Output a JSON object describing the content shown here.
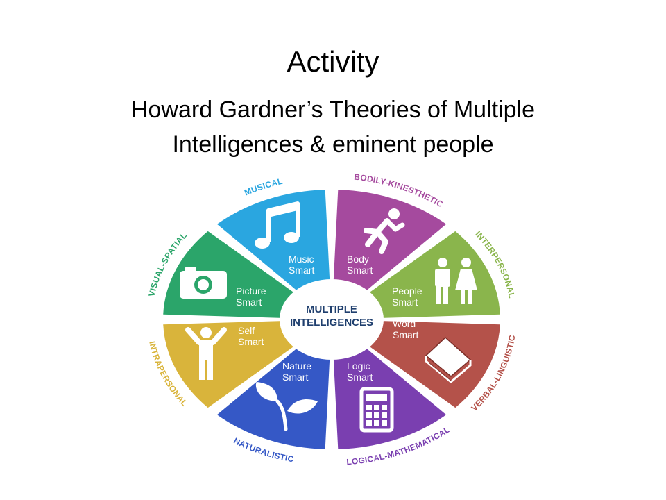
{
  "slide": {
    "title": "Activity",
    "subtitle_line1": "Howard Gardner’s Theories of Multiple",
    "subtitle_line2": "Intelligences & eminent people"
  },
  "diagram": {
    "center_line1": "MULTIPLE",
    "center_line2": "INTELLIGENCES",
    "segments": [
      {
        "key": "body",
        "smart_line1": "Body",
        "smart_line2": "Smart",
        "ring": "BODILY-KINESTHETIC",
        "color": "#a54a9e",
        "icon": "running-person-icon"
      },
      {
        "key": "people",
        "smart_line1": "People",
        "smart_line2": "Smart",
        "ring": "INTERPERSONAL",
        "color": "#8ab54c",
        "icon": "man-woman-icon"
      },
      {
        "key": "word",
        "smart_line1": "Word",
        "smart_line2": "Smart",
        "ring": "VERBAL-LINGUISTIC",
        "color": "#b4524a",
        "icon": "book-icon"
      },
      {
        "key": "logic",
        "smart_line1": "Logic",
        "smart_line2": "Smart",
        "ring": "LOGICAL-MATHEMATICAL",
        "color": "#7a3fb0",
        "icon": "calculator-icon"
      },
      {
        "key": "nature",
        "smart_line1": "Nature",
        "smart_line2": "Smart",
        "ring": "NATURALISTIC",
        "color": "#3558c6",
        "icon": "leaf-icon"
      },
      {
        "key": "self",
        "smart_line1": "Self",
        "smart_line2": "Smart",
        "ring": "INTRAPERSONAL",
        "color": "#d9b43b",
        "icon": "person-arms-up-icon"
      },
      {
        "key": "picture",
        "smart_line1": "Picture",
        "smart_line2": "Smart",
        "ring": "VISUAL-SPATIAL",
        "color": "#2ba56a",
        "icon": "camera-icon"
      },
      {
        "key": "music",
        "smart_line1": "Music",
        "smart_line2": "Smart",
        "ring": "MUSICAL",
        "color": "#2aa6e0",
        "icon": "music-note-icon"
      }
    ]
  }
}
